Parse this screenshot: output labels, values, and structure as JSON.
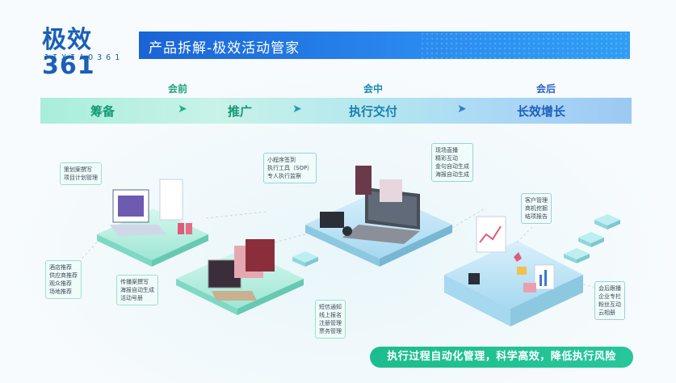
{
  "header": {
    "logo_main": "极效361",
    "logo_sub": "JIXIAO361",
    "title": "产品拆解-极效活动管家"
  },
  "phases": [
    {
      "label": "会前"
    },
    {
      "label": "会中"
    },
    {
      "label": "会后"
    }
  ],
  "stages": [
    {
      "label": "筹备"
    },
    {
      "label": "推广"
    },
    {
      "label": "执行交付"
    },
    {
      "label": "长效增长"
    }
  ],
  "notes": {
    "plan": [
      "策划案撰写",
      "项目计划管理"
    ],
    "supply": [
      "酒店推荐",
      "供应商推荐",
      "观众推荐",
      "场地推荐"
    ],
    "promo": [
      "传播案撰写",
      "海报自动生成",
      "活动号册"
    ],
    "execution": [
      "小程序签到",
      "执行工具（SOP）",
      "专人执行监察"
    ],
    "signup": [
      "短信通知",
      "线上报名",
      "注册管理",
      "票务管理"
    ],
    "live": [
      "现场直播",
      "精彩互动",
      "金句自动生成",
      "海报自动生成"
    ],
    "crm": [
      "客户管理",
      "商机挖掘",
      "结项报告"
    ],
    "growth": [
      "会后跟播",
      "企业专栏",
      "粉丝互动",
      "云相册"
    ]
  },
  "footer": {
    "slogan": "执行过程自动化管理，科学高效，降低执行风险"
  },
  "colors": {
    "brand_blue": "#1b5fb8",
    "title_bar": "#1a63d6",
    "green": "#1fa37f",
    "pill": "#1dbc8e"
  }
}
